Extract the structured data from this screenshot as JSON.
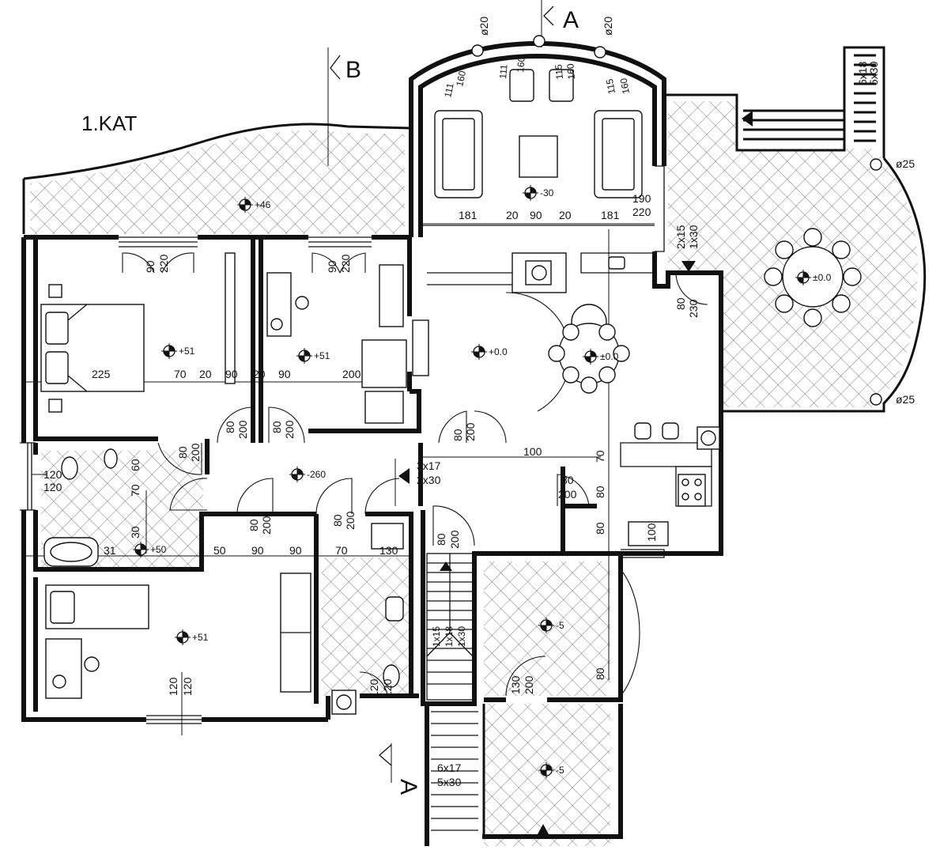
{
  "floor_label": "1.KAT",
  "section_marks": [
    "A",
    "B",
    "A"
  ],
  "levels": [
    "+46",
    "-30",
    "+0.0",
    "±0.0",
    "±0.0",
    "+51",
    "+51",
    "-260",
    "+50",
    "+51",
    "-5",
    "-5"
  ],
  "diameters": [
    "ø20",
    "ø20",
    "ø25",
    "ø25"
  ],
  "stairs": {
    "top_right": [
      "6x18",
      "5x30"
    ],
    "terrace": [
      "2x15",
      "1x30"
    ],
    "mid": [
      "3x17",
      "2x30"
    ],
    "main": [
      "1x15",
      "1x18",
      "1x30"
    ],
    "entrance": [
      "6x17",
      "5x30"
    ]
  },
  "dimensions": {
    "living_arc": [
      "111",
      "160",
      "111",
      "160",
      "115",
      "160",
      "115",
      "160"
    ],
    "living_width": [
      "181",
      "20",
      "90",
      "20",
      "181"
    ],
    "living_side": [
      "190",
      "220"
    ],
    "terrace_door": [
      "80",
      "230"
    ],
    "bedroom_windows": [
      "90",
      "220",
      "90",
      "220"
    ],
    "bedroom_row": [
      "225",
      "70",
      "20",
      "90",
      "20",
      "90",
      "200"
    ],
    "hall_doors": [
      "80",
      "200",
      "80",
      "200",
      "80",
      "200",
      "80",
      "200"
    ],
    "hall_left_door": [
      "80",
      "200"
    ],
    "bath_left": [
      "60",
      "70",
      "30",
      "31",
      "120",
      "120"
    ],
    "kitchen": [
      "100",
      "70",
      "80",
      "80",
      "80",
      "200",
      "100"
    ],
    "lower_row": [
      "50",
      "90",
      "90",
      "70",
      "130"
    ],
    "lower_doors": [
      "80",
      "200",
      "80",
      "200",
      "80",
      "200"
    ],
    "bottom_windows": [
      "120",
      "120",
      "120",
      "120"
    ],
    "vestibule": [
      "130",
      "200",
      "80"
    ]
  }
}
